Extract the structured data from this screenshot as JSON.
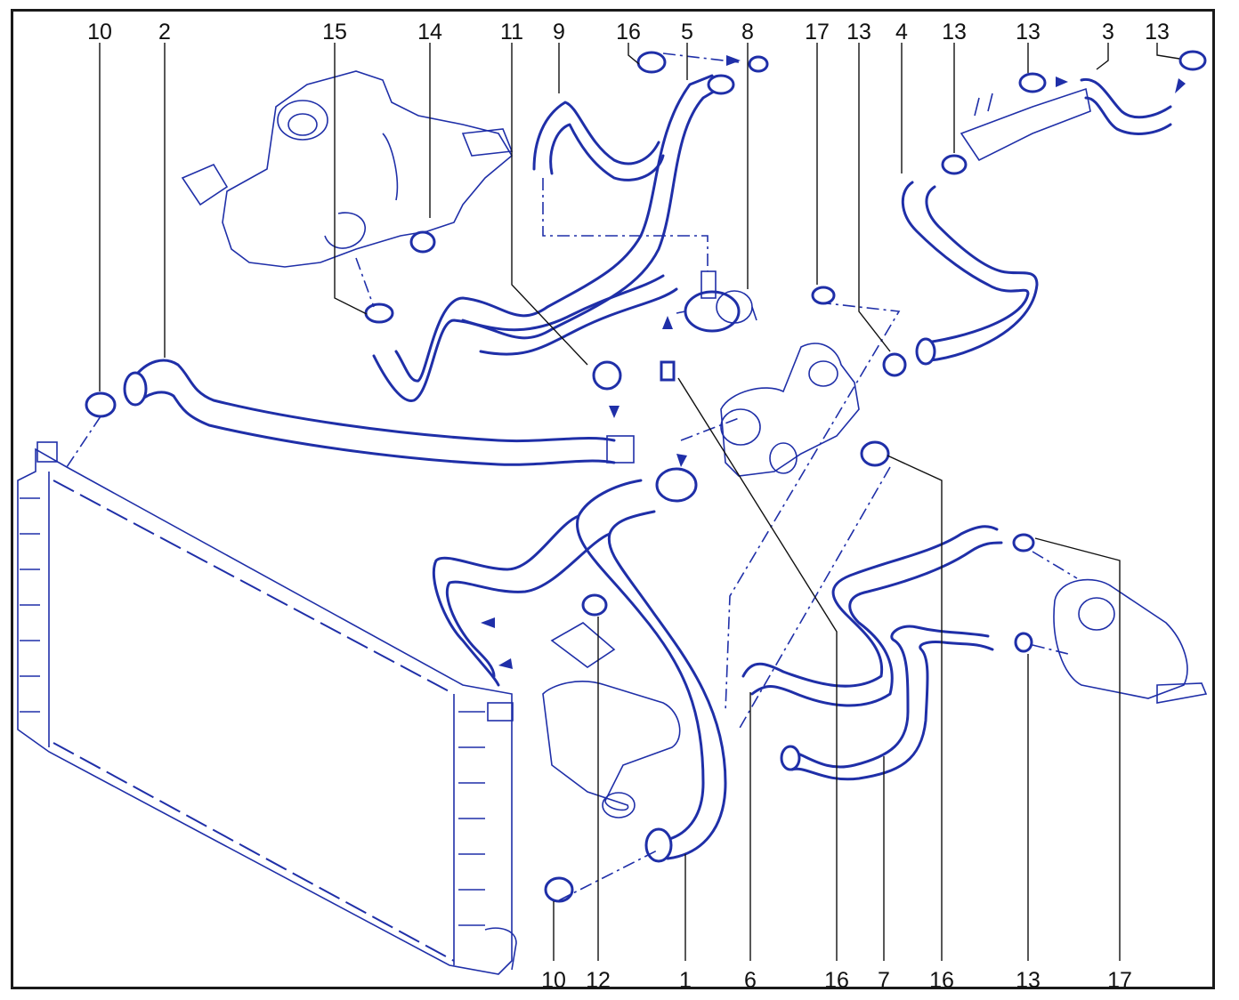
{
  "diagram": {
    "line_color": "#1f2fa8",
    "label_color": "#111111",
    "background": "#ffffff",
    "top_labels": [
      "10",
      "2",
      "15",
      "14",
      "11",
      "9",
      "16",
      "5",
      "8",
      "17",
      "13",
      "4",
      "13",
      "13",
      "3",
      "13"
    ],
    "bottom_labels": [
      "10",
      "12",
      "1",
      "6",
      "16",
      "7",
      "16",
      "13",
      "17"
    ]
  }
}
